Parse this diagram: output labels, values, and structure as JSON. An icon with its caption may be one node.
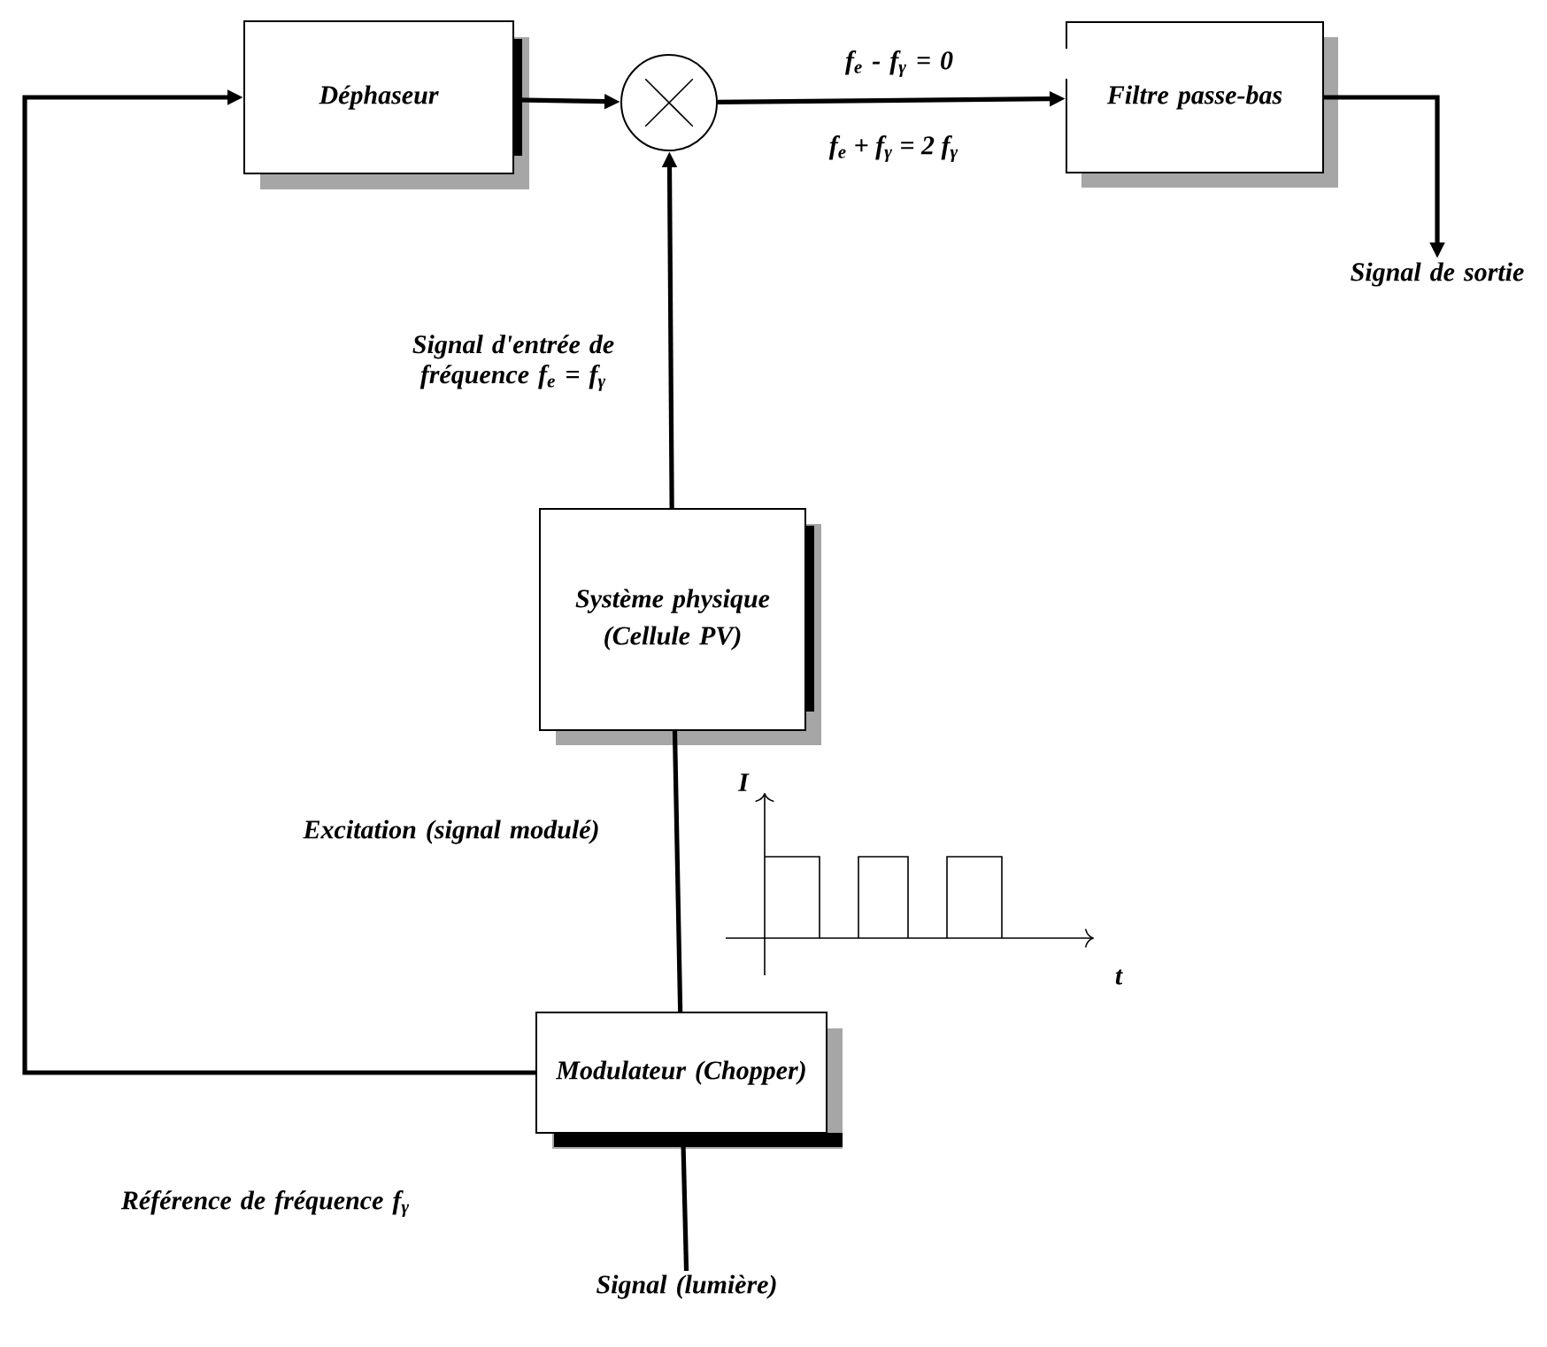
{
  "diagram": {
    "nodes": [
      {
        "text": [
          "Déphaseur"
        ]
      },
      {
        "text": [],
        "shape": "circle"
      },
      {
        "text": [
          "Filtre passe-bas"
        ]
      },
      {
        "text": [
          "Signal de sortie"
        ]
      },
      {
        "text": [
          "Système physique",
          "(Cellule PV)"
        ]
      },
      {
        "text": [
          "Modulateur (Chopper)"
        ]
      },
      {
        "text": [
          "Signal (lumière)"
        ]
      }
    ],
    "edges": [
      {
        "from": 5,
        "to": 0,
        "arrow": "to",
        "label": "Référence de fréquence f$_{γ}$"
      },
      {
        "from": 0,
        "to": 1,
        "arrow": "to"
      },
      {
        "from": 1,
        "to": 2,
        "arrow": "to",
        "label": "f$_{e}$ - f$_{γ}$ = 0"
      },
      {
        "from": 2,
        "to": 3,
        "arrow": "to"
      },
      {
        "from": 4,
        "to": 1,
        "arrow": "to",
        "label": "Signal d'entrée de fréquence f$_{e}$ = f$_{γ}$"
      },
      {
        "from": 5,
        "to": 4,
        "arrow": "none",
        "label": "Excitation (signal modulé)"
      },
      {
        "from": 6,
        "to": 5,
        "arrow": "none"
      }
    ],
    "labels": [
      "f$_{e}$ + f$_{γ}$ = 2 f$_{γ}$",
      "I",
      "t"
    ]
  }
}
